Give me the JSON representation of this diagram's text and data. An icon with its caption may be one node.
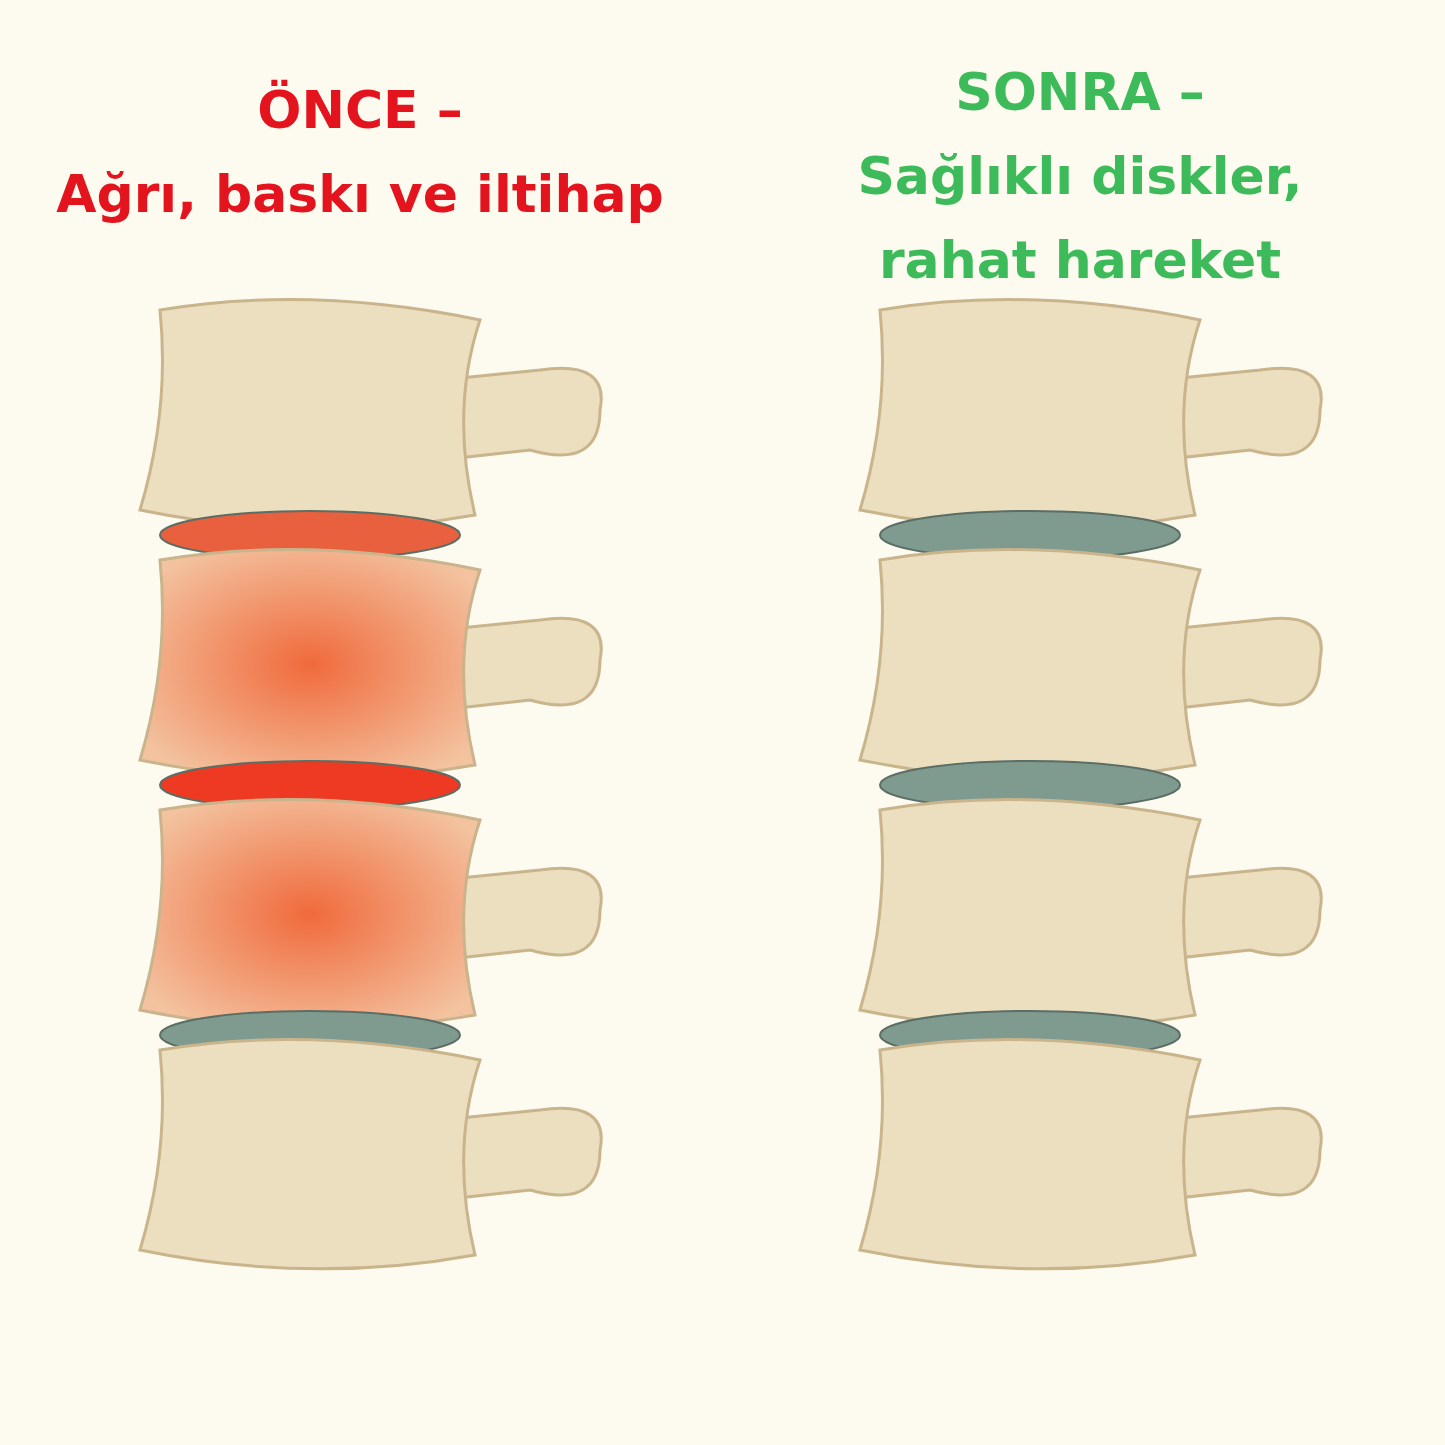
{
  "diagram": {
    "labels": [
      "ÖNCE –",
      "Ağrı, baskı ve iltihap",
      "SONRA –",
      "Sağlıklı diskler, rahat hareket"
    ]
  }
}
